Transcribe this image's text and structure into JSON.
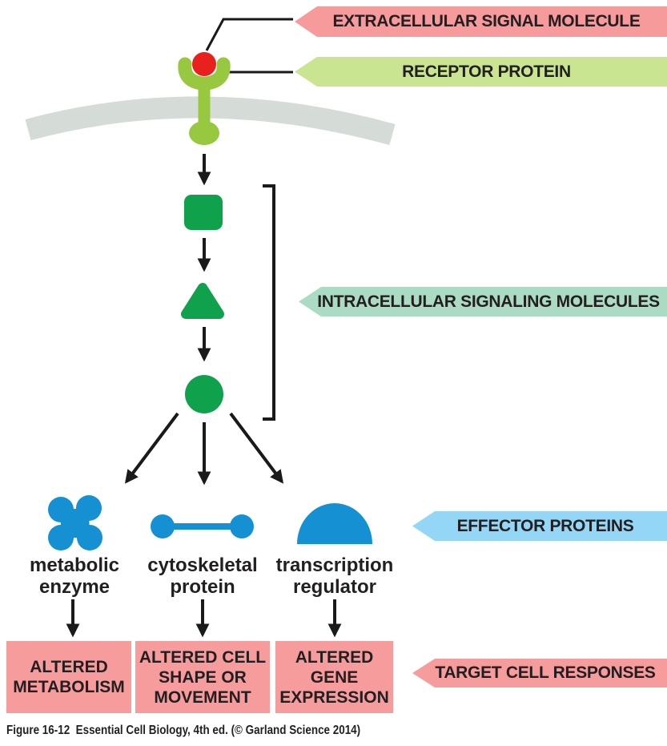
{
  "banners": [
    {
      "label": "EXTRACELLULAR SIGNAL MOLECULE",
      "color": "#F79A9B"
    },
    {
      "label": "RECEPTOR PROTEIN",
      "color": "#C9E591"
    },
    {
      "label": "INTRACELLULAR SIGNALING MOLECULES",
      "color": "#ABDCC3"
    },
    {
      "label": "EFFECTOR PROTEINS",
      "color": "#93D6F6"
    },
    {
      "label": "TARGET CELL RESPONSES",
      "color": "#F79C9D"
    }
  ],
  "effector_labels": [
    {
      "label": "metabolic\nenzyme"
    },
    {
      "label": "cytoskeletal\nprotein"
    },
    {
      "label": "transcription\nregulator"
    }
  ],
  "responses": [
    {
      "label": "ALTERED\nMETABOLISM"
    },
    {
      "label": "ALTERED CELL\nSHAPE OR\nMOVEMENT"
    },
    {
      "label": "ALTERED\nGENE\nEXPRESSION"
    }
  ],
  "figure": {
    "caption": "Figure 16-12  Essential Cell Biology, 4th ed. (© Garland Science 2014)"
  },
  "shape_colors": {
    "signal_molecule": "#E8201E",
    "receptor_protein": "#97C83F",
    "cell_membrane": "#D5DBD7",
    "signaling_molecules": "#10A14C",
    "effector_proteins": "#1591D3",
    "response_box": "#F79C9D",
    "arrows_text": "#1A1A1A"
  }
}
